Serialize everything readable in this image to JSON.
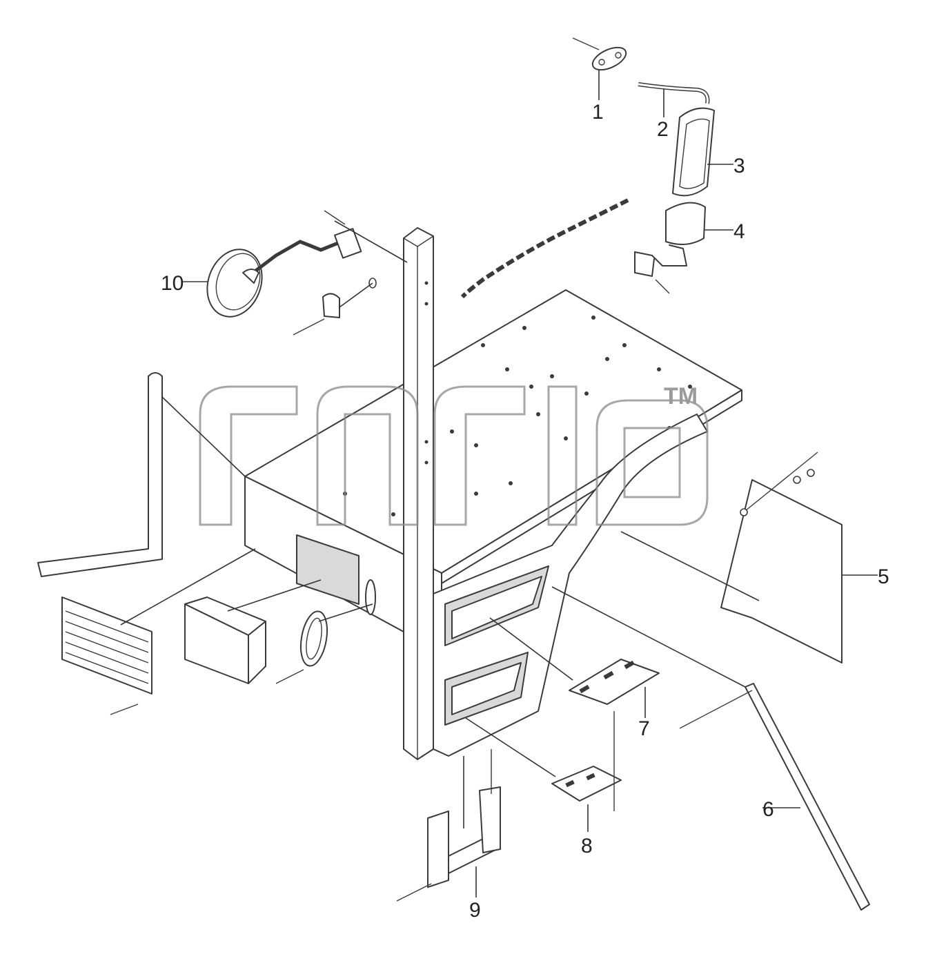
{
  "callouts": [
    {
      "id": "1",
      "label": "1"
    },
    {
      "id": "2",
      "label": "2"
    },
    {
      "id": "3",
      "label": "3"
    },
    {
      "id": "4",
      "label": "4"
    },
    {
      "id": "5",
      "label": "5"
    },
    {
      "id": "6",
      "label": "6"
    },
    {
      "id": "7",
      "label": "7"
    },
    {
      "id": "8",
      "label": "8"
    },
    {
      "id": "9",
      "label": "9"
    },
    {
      "id": "10",
      "label": "10"
    }
  ],
  "watermark": {
    "mark": "TM"
  },
  "colors": {
    "line": "#3a3a3a",
    "watermark": "#8a8a8a",
    "background": "#ffffff"
  }
}
